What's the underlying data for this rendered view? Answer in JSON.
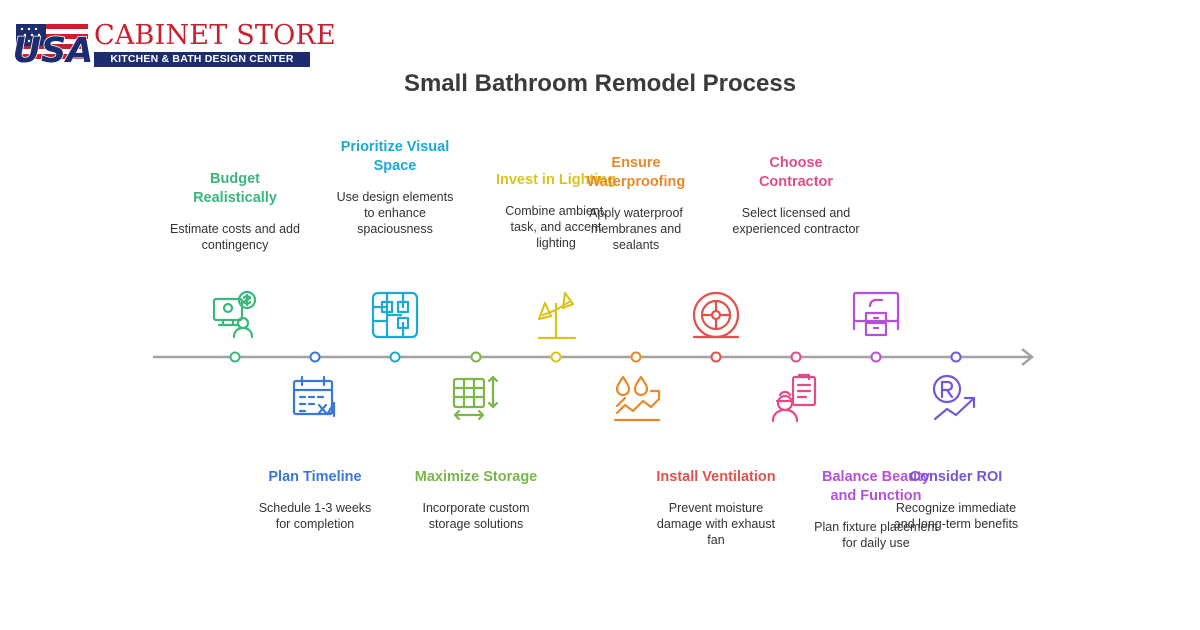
{
  "brand": {
    "flag_text": "USA",
    "name": "CABINET STORE",
    "tagline": "KITCHEN & BATH DESIGN CENTER"
  },
  "title": "Small Bathroom Remodel Process",
  "colors": {
    "timeline": "#a3a3a3",
    "logo_red": "#c8202f",
    "logo_blue": "#1c2c6e"
  },
  "steps": [
    {
      "title": "Budget Realistically",
      "desc": "Estimate costs and add contingency",
      "color": "#3bb77e",
      "icon": "budget-money-icon"
    },
    {
      "title": "Plan Timeline",
      "desc": "Schedule 1-3 weeks for completion",
      "color": "#3a78d8",
      "icon": "calendar-icon"
    },
    {
      "title": "Prioritize Visual Space",
      "desc": "Use design elements to enhance spaciousness",
      "color": "#1ea8d6",
      "icon": "layout-flowchart-icon"
    },
    {
      "title": "Maximize Storage",
      "desc": "Incorporate custom storage solutions",
      "color": "#7ab648",
      "icon": "storage-grid-icon"
    },
    {
      "title": "Invest in Lighting",
      "desc": "Combine ambient, task, and accent lighting",
      "color": "#d9c41f",
      "icon": "lamp-icon"
    },
    {
      "title": "Ensure Waterproofing",
      "desc": "Apply waterproof membranes and sealants",
      "color": "#e8892b",
      "icon": "water-drops-icon"
    },
    {
      "title": "Install Ventilation",
      "desc": "Prevent moisture damage with exhaust fan",
      "color": "#e0524b",
      "icon": "exhaust-fan-icon"
    },
    {
      "title": "Choose Contractor",
      "desc": "Select licensed and experienced contractor",
      "color": "#e04b8a",
      "icon": "contractor-clipboard-icon"
    },
    {
      "title": "Balance Beauty and Function",
      "desc": "Plan fixture placement for daily use",
      "color": "#b650d6",
      "icon": "vanity-fixture-icon"
    },
    {
      "title": "Consider ROI",
      "desc": "Recognize immediate and long-term benefits",
      "color": "#7357d6",
      "icon": "roi-growth-icon"
    }
  ]
}
